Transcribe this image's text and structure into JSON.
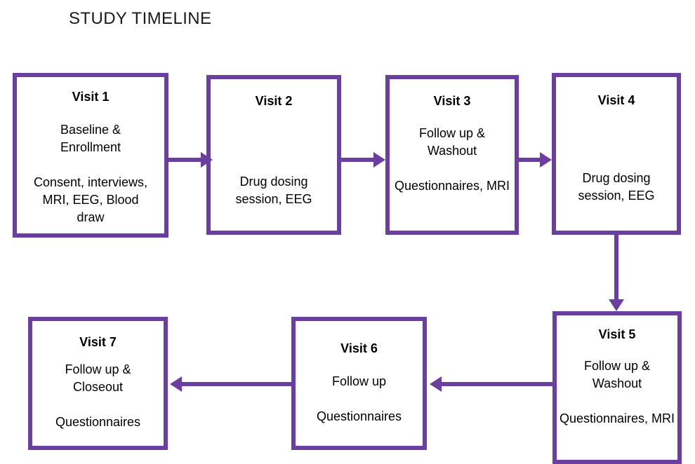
{
  "figure": {
    "title": "STUDY TIMELINE",
    "accent_color": "#6B3FA0",
    "text_color": "#000000",
    "background_color": "#FFFFFF"
  },
  "nodes": [
    {
      "id": "visit-1",
      "title": "Visit 1",
      "line1": "Baseline & Enrollment",
      "line2": "Consent, interviews, MRI, EEG, Blood draw"
    },
    {
      "id": "visit-2",
      "title": "Visit 2",
      "line1": "",
      "line2": "Drug dosing session, EEG"
    },
    {
      "id": "visit-3",
      "title": "Visit 3",
      "line1": "Follow up & Washout",
      "line2": "Questionnaires, MRI"
    },
    {
      "id": "visit-4",
      "title": "Visit 4",
      "line1": "",
      "line2": "Drug dosing session, EEG"
    },
    {
      "id": "visit-5",
      "title": "Visit 5",
      "line1": "Follow up & Washout",
      "line2": "Questionnaires, MRI"
    },
    {
      "id": "visit-6",
      "title": "Visit 6",
      "line1": "Follow up",
      "line2": "Questionnaires"
    },
    {
      "id": "visit-7",
      "title": "Visit 7",
      "line1": "Follow up & Closeout",
      "line2": "Questionnaires"
    }
  ],
  "connectors": [
    {
      "id": "visit-1-to-visit-2",
      "from": "Visit 1",
      "to": "Visit 2",
      "direction": "right"
    },
    {
      "id": "visit-2-to-visit-3",
      "from": "Visit 2",
      "to": "Visit 3",
      "direction": "right"
    },
    {
      "id": "visit-3-to-visit-4",
      "from": "Visit 3",
      "to": "Visit 4",
      "direction": "right"
    },
    {
      "id": "visit-4-to-visit-5",
      "from": "Visit 4",
      "to": "Visit 5",
      "direction": "down"
    },
    {
      "id": "visit-5-to-visit-6",
      "from": "Visit 5",
      "to": "Visit 6",
      "direction": "left"
    },
    {
      "id": "visit-6-to-visit-7",
      "from": "Visit 6",
      "to": "Visit 7",
      "direction": "left"
    }
  ]
}
